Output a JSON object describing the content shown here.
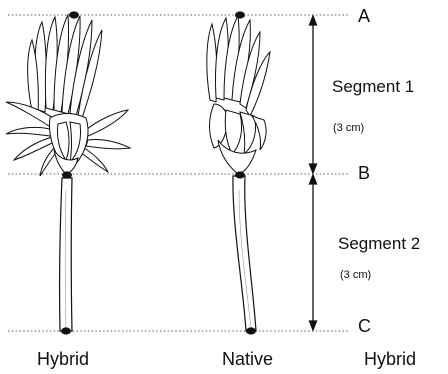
{
  "diagram": {
    "points": [
      {
        "label": "A"
      },
      {
        "label": "B"
      },
      {
        "label": "C"
      }
    ],
    "segments": [
      {
        "name": "Segment 1",
        "length": "(3 cm)"
      },
      {
        "name": "Segment 2",
        "length": "(3 cm)"
      }
    ],
    "captions": [
      "Hybrid",
      "Native",
      "Hybrid"
    ],
    "line_color": "#666666",
    "ink_color": "#111111"
  }
}
